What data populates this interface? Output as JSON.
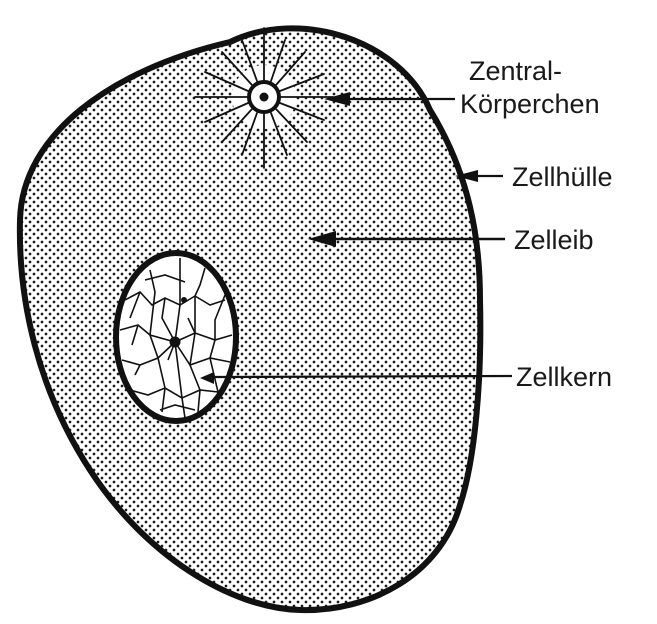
{
  "labels": {
    "zentral_line1": "Zentral-",
    "zentral_line2": "Körperchen",
    "zellhuelle": "Zellhülle",
    "zelleib": "Zelleib",
    "zellkern": "Zellkern"
  },
  "colors": {
    "ink": "#111111",
    "paper": "#ffffff",
    "stipple": "#1a1a1a",
    "nucleus_fill": "#ffffff"
  }
}
